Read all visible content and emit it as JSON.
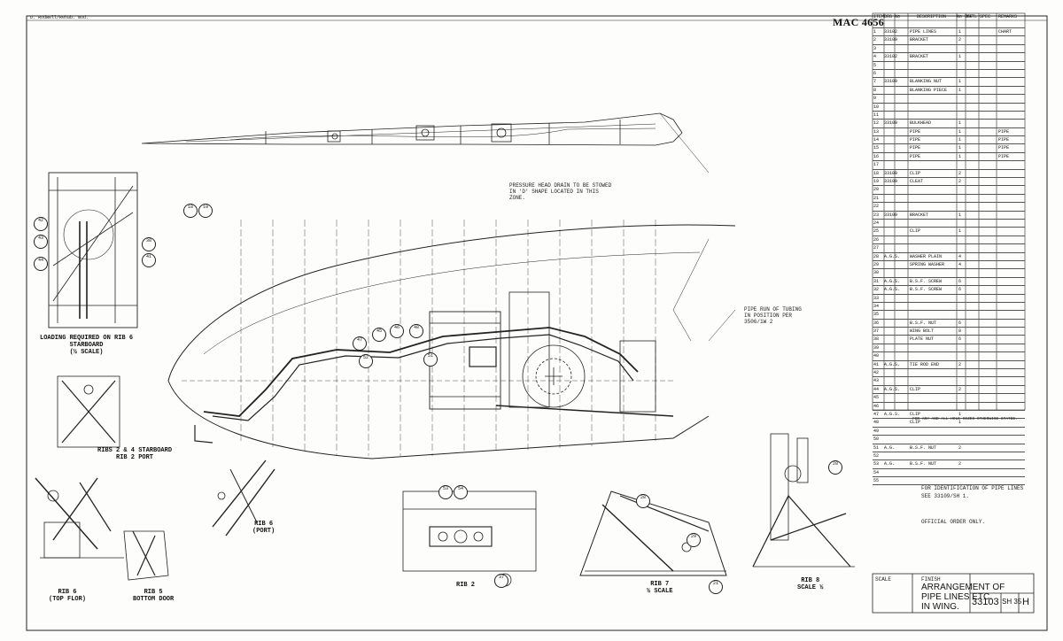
{
  "header": {
    "corner_text": "D. Rodwell/Rehab. mod.",
    "drawing_ref": "MAC 4656"
  },
  "schedule": {
    "headers": [
      "ITEM",
      "DRG No",
      "DESCRIPTION",
      "No OFF",
      "MATL",
      "SPEC",
      "REMARKS"
    ],
    "rows": [
      {
        "item": "1",
        "drg": "33102",
        "desc": "PIPE LINES",
        "qty": "1",
        "remark": "CHART"
      },
      {
        "item": "2",
        "drg": "33109",
        "desc": "BRACKET",
        "qty": "2",
        "remark": ""
      },
      {
        "item": "3",
        "drg": "",
        "desc": "",
        "qty": "",
        "remark": ""
      },
      {
        "item": "4",
        "drg": "33102",
        "desc": "BRACKET",
        "qty": "1",
        "remark": ""
      },
      {
        "item": "5",
        "drg": "",
        "desc": "",
        "qty": "",
        "remark": ""
      },
      {
        "item": "6",
        "drg": "",
        "desc": "",
        "qty": "",
        "remark": ""
      },
      {
        "item": "7",
        "drg": "33109",
        "desc": "BLANKING NUT",
        "qty": "1",
        "remark": ""
      },
      {
        "item": "8",
        "drg": "",
        "desc": "BLANKING PIECE",
        "qty": "1",
        "remark": ""
      },
      {
        "item": "9",
        "drg": "",
        "desc": "",
        "qty": "",
        "remark": ""
      },
      {
        "item": "10",
        "drg": "",
        "desc": "",
        "qty": "",
        "remark": ""
      },
      {
        "item": "11",
        "drg": "",
        "desc": "",
        "qty": "",
        "remark": ""
      },
      {
        "item": "12",
        "drg": "33109",
        "desc": "BULKHEAD",
        "qty": "1",
        "remark": ""
      },
      {
        "item": "13",
        "drg": "",
        "desc": "PIPE",
        "qty": "1",
        "remark": "PIPE"
      },
      {
        "item": "14",
        "drg": "",
        "desc": "PIPE",
        "qty": "1",
        "remark": "PIPE"
      },
      {
        "item": "15",
        "drg": "",
        "desc": "PIPE",
        "qty": "1",
        "remark": "PIPE"
      },
      {
        "item": "16",
        "drg": "",
        "desc": "PIPE",
        "qty": "1",
        "remark": "PIPE"
      },
      {
        "item": "17",
        "drg": "",
        "desc": "",
        "qty": "",
        "remark": ""
      },
      {
        "item": "18",
        "drg": "33109",
        "desc": "CLIP",
        "qty": "2",
        "remark": ""
      },
      {
        "item": "19",
        "drg": "33109",
        "desc": "CLEAT",
        "qty": "2",
        "remark": ""
      },
      {
        "item": "20",
        "drg": "",
        "desc": "",
        "qty": "",
        "remark": ""
      },
      {
        "item": "21",
        "drg": "",
        "desc": "",
        "qty": "",
        "remark": ""
      },
      {
        "item": "22",
        "drg": "",
        "desc": "",
        "qty": "",
        "remark": ""
      },
      {
        "item": "23",
        "drg": "33109",
        "desc": "BRACKET",
        "qty": "1",
        "remark": ""
      },
      {
        "item": "24",
        "drg": "",
        "desc": "",
        "qty": "",
        "remark": ""
      },
      {
        "item": "25",
        "drg": "",
        "desc": "CLIP",
        "qty": "1",
        "remark": ""
      },
      {
        "item": "26",
        "drg": "",
        "desc": "",
        "qty": "",
        "remark": ""
      },
      {
        "item": "27",
        "drg": "",
        "desc": "",
        "qty": "",
        "remark": ""
      },
      {
        "item": "28",
        "drg": "A.G.S.",
        "desc": "WASHER PLAIN",
        "qty": "4",
        "remark": ""
      },
      {
        "item": "29",
        "drg": "",
        "desc": "SPRING WASHER",
        "qty": "4",
        "remark": ""
      },
      {
        "item": "30",
        "drg": "",
        "desc": "",
        "qty": "",
        "remark": ""
      },
      {
        "item": "31",
        "drg": "A.G.S.",
        "desc": "B.S.F. SCREW",
        "qty": "6",
        "remark": ""
      },
      {
        "item": "32",
        "drg": "A.G.S.",
        "desc": "B.S.F. SCREW",
        "qty": "6",
        "remark": ""
      },
      {
        "item": "33",
        "drg": "",
        "desc": "",
        "qty": "",
        "remark": ""
      },
      {
        "item": "34",
        "drg": "",
        "desc": "",
        "qty": "",
        "remark": ""
      },
      {
        "item": "35",
        "drg": "",
        "desc": "",
        "qty": "",
        "remark": ""
      },
      {
        "item": "36",
        "drg": "",
        "desc": "B.S.F. NUT",
        "qty": "6",
        "remark": ""
      },
      {
        "item": "37",
        "drg": "",
        "desc": "WING BOLT",
        "qty": "8",
        "remark": ""
      },
      {
        "item": "38",
        "drg": "",
        "desc": "PLATE NUT",
        "qty": "6",
        "remark": ""
      },
      {
        "item": "39",
        "drg": "",
        "desc": "",
        "qty": "",
        "remark": ""
      },
      {
        "item": "40",
        "drg": "",
        "desc": "",
        "qty": "",
        "remark": ""
      },
      {
        "item": "41",
        "drg": "A.G.S.",
        "desc": "TIE ROD END",
        "qty": "2",
        "remark": ""
      },
      {
        "item": "42",
        "drg": "",
        "desc": "",
        "qty": "",
        "remark": ""
      },
      {
        "item": "43",
        "drg": "",
        "desc": "",
        "qty": "",
        "remark": ""
      },
      {
        "item": "44",
        "drg": "A.G.S.",
        "desc": "CLIP",
        "qty": "2",
        "remark": ""
      },
      {
        "item": "45",
        "drg": "",
        "desc": "",
        "qty": "",
        "remark": ""
      },
      {
        "item": "46",
        "drg": "",
        "desc": "",
        "qty": "",
        "remark": ""
      },
      {
        "item": "47",
        "drg": "A.G.S.",
        "desc": "CLIP",
        "qty": "1",
        "remark": ""
      },
      {
        "item": "48",
        "drg": "",
        "desc": "CLIP",
        "qty": "1",
        "remark": ""
      },
      {
        "item": "49",
        "drg": "",
        "desc": "",
        "qty": "",
        "remark": ""
      },
      {
        "item": "50",
        "drg": "",
        "desc": "",
        "qty": "",
        "remark": ""
      },
      {
        "item": "51",
        "drg": "A.G.",
        "desc": "B.S.F. NUT",
        "qty": "2",
        "remark": ""
      },
      {
        "item": "52",
        "drg": "",
        "desc": "",
        "qty": "",
        "remark": ""
      },
      {
        "item": "53",
        "drg": "A.G.",
        "desc": "B.S.F. NUT",
        "qty": "2",
        "remark": ""
      },
      {
        "item": "54",
        "drg": "",
        "desc": "",
        "qty": "",
        "remark": ""
      },
      {
        "item": "55",
        "drg": "",
        "desc": "",
        "qty": "",
        "remark": ""
      }
    ]
  },
  "notes": {
    "schedule_note": "FOR ANY AND ALL HOLE SIZES OTHERWISE STATED.",
    "identification_1": "FOR IDENTIFICATION OF PIPE LINES",
    "identification_2": "SEE 33109/SH 1.",
    "official_note": "OFFICIAL ORDER ONLY.",
    "pressure_head": "PRESSURE HEAD DRAIN TO BE STOWED IN 'D' SHAPE LOCATED IN THIS ZONE.",
    "pipe_run": "PIPE RUN OF TUBING IN POSITION PER 3506/1W 2"
  },
  "captions": {
    "sketch_a": [
      "LOADING REQUIRED ON RIB 6",
      "STARBOARD",
      "(½ SCALE)"
    ],
    "ribs_2_4": [
      "RIBS 2 & 4 STARBOARD",
      "RIB 2 PORT"
    ],
    "rib6_top": [
      "RIB 6",
      "(TOP FLOR)"
    ],
    "rib5": [
      "RIB 5",
      "BOTTOM DOOR"
    ],
    "rib6_port": [
      "RIB 6",
      "(PORT)"
    ],
    "rib2": [
      "RIB 2"
    ],
    "rib7": [
      "RIB 7",
      "½ SCALE"
    ],
    "rib8": [
      "RIB 8",
      "SCALE ½"
    ]
  },
  "title_block": {
    "scale_label": "SCALE",
    "finish_label": "FINISH",
    "title_lines": [
      "ARRANGEMENT OF",
      "PIPE LINES ETC.",
      "IN WING."
    ],
    "drawing_number": "33103",
    "sheet": "SH 35",
    "issue": "H"
  },
  "balloons": [
    "18",
    "19",
    "38",
    "41",
    "42",
    "43",
    "44",
    "45",
    "46",
    "47",
    "48",
    "51",
    "52",
    "53",
    "54",
    "37",
    "28",
    "29",
    "20",
    "21"
  ]
}
